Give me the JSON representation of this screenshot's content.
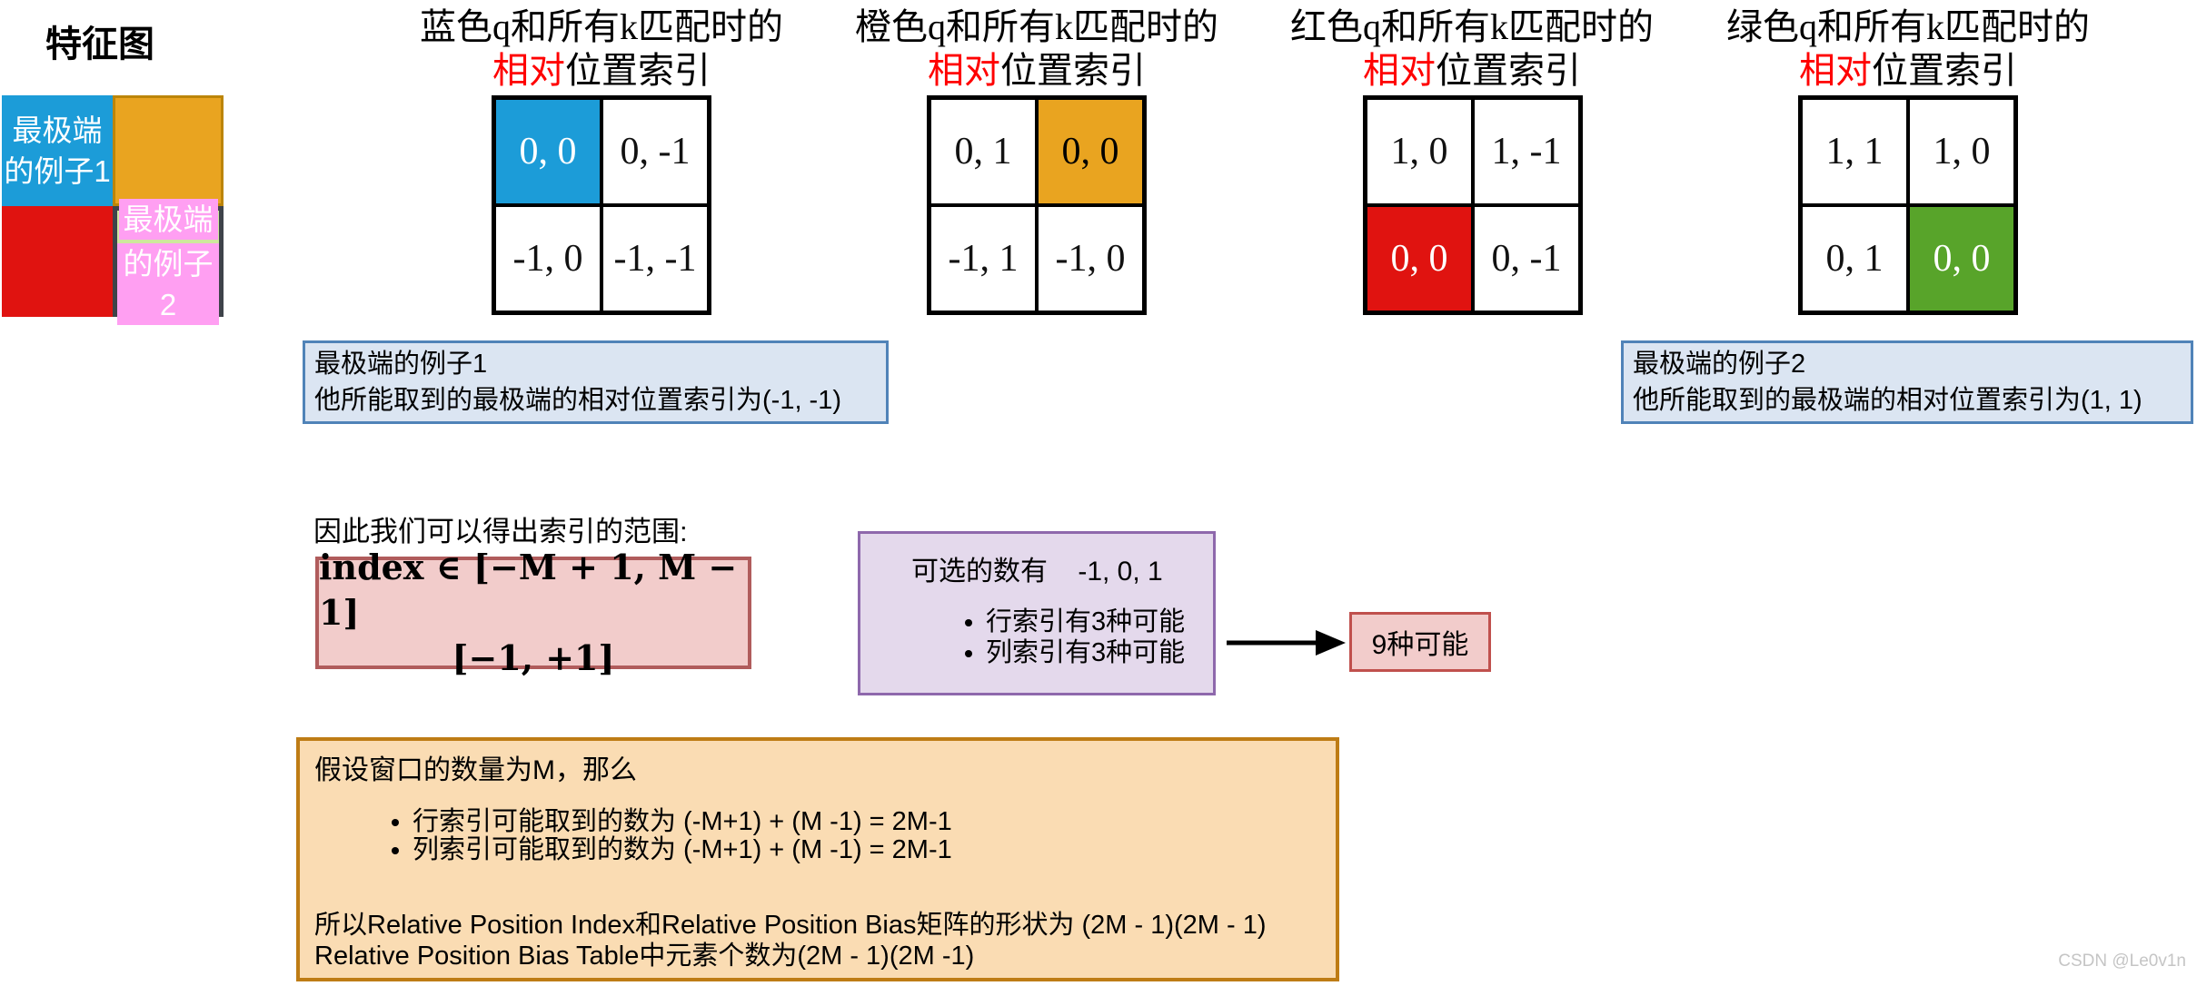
{
  "colors": {
    "blue": "#1C9CD8",
    "orange": "#E9A420",
    "orange_border": "#BC8508",
    "red": "#E01310",
    "green": "#58A42A",
    "feature_light_green": "#CEE79D",
    "pink_highlight": "#FF9FF2",
    "green_cell_border": "#3E434A",
    "title_red": "#FF0000",
    "callout_bg": "#DBE5F2",
    "callout_border": "#5083B8",
    "math_bg": "#F2CCCB",
    "math_border": "#B05C5C",
    "options_bg": "#E4D9EC",
    "options_border": "#8E68AC",
    "result_bg": "#F2CCCB",
    "result_border": "#C0504D",
    "window_bg": "#FADCB3",
    "window_border": "#BE7C15"
  },
  "feature_map": {
    "title": "特征图",
    "blue_cell": {
      "line1": "最极端",
      "line2": "的例子1"
    },
    "green_cell": {
      "line1": "最极端",
      "line2": "的例子2"
    }
  },
  "matrices": [
    {
      "title_line1": "蓝色q和所有k匹配时的",
      "title_red": "相对",
      "title_rest": "位置索引",
      "cells": [
        "0, 0",
        "0, -1",
        "-1, 0",
        "-1, -1"
      ]
    },
    {
      "title_line1": "橙色q和所有k匹配时的",
      "title_red": "相对",
      "title_rest": "位置索引",
      "cells": [
        "0, 1",
        "0, 0",
        "-1, 1",
        "-1, 0"
      ]
    },
    {
      "title_line1": "红色q和所有k匹配时的",
      "title_red": "相对",
      "title_rest": "位置索引",
      "cells": [
        "1, 0",
        "1, -1",
        "0, 0",
        "0, -1"
      ]
    },
    {
      "title_line1": "绿色q和所有k匹配时的",
      "title_red": "相对",
      "title_rest": "位置索引",
      "cells": [
        "1, 1",
        "1, 0",
        "0, 1",
        "0, 0"
      ]
    }
  ],
  "callouts": {
    "left": {
      "line1": "最极端的例子1",
      "line2": "他所能取到的最极端的相对位置索引为(-1, -1)"
    },
    "right": {
      "line1": "最极端的例子2",
      "line2": "他所能取到的最极端的相对位置索引为(1, 1)"
    }
  },
  "range": {
    "lead": "因此我们可以得出索引的范围:",
    "math_line1": "index ∈ [−M + 1, M − 1]",
    "math_line2": "[−1, +1]"
  },
  "options": {
    "line1": "可选的数有    -1, 0, 1",
    "bullets": [
      "行索引有3种可能",
      "列索引有3种可能"
    ]
  },
  "result": {
    "label": "9种可能"
  },
  "window_note": {
    "line1": "假设窗口的数量为M，那么",
    "bullets": [
      "行索引可能取到的数为 (-M+1) + (M -1) = 2M-1",
      "列索引可能取到的数为 (-M+1) + (M -1) = 2M-1"
    ],
    "line2": "所以Relative Position Index和Relative Position Bias矩阵的形状为 (2M - 1)(2M - 1)",
    "line3": "Relative Position Bias Table中元素个数为(2M - 1)(2M -1)"
  },
  "watermark": "CSDN @Le0v1n"
}
